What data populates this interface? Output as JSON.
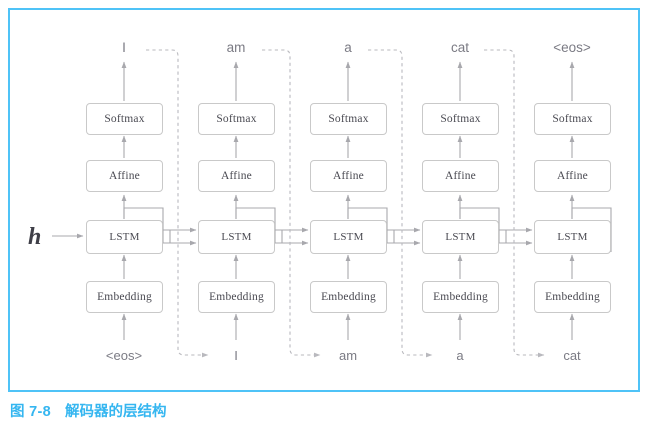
{
  "figure": {
    "caption_label": "图 7-8",
    "caption_text": "解码器的层结构",
    "frame_color": "#4FC3F7",
    "caption_color": "#35B6F0"
  },
  "initial_state": {
    "label": "h",
    "description": "hidden-state-input"
  },
  "layers": {
    "row_labels": [
      "Softmax",
      "Affine",
      "LSTM",
      "Embedding"
    ]
  },
  "columns": [
    {
      "index": 0,
      "output_word": "I",
      "input_word": "<eos>",
      "softmax": "Softmax",
      "affine": "Affine",
      "lstm": "LSTM",
      "embedding": "Embedding"
    },
    {
      "index": 1,
      "output_word": "am",
      "input_word": "I",
      "softmax": "Softmax",
      "affine": "Affine",
      "lstm": "LSTM",
      "embedding": "Embedding"
    },
    {
      "index": 2,
      "output_word": "a",
      "input_word": "am",
      "softmax": "Softmax",
      "affine": "Affine",
      "lstm": "LSTM",
      "embedding": "Embedding"
    },
    {
      "index": 3,
      "output_word": "cat",
      "input_word": "a",
      "softmax": "Softmax",
      "affine": "Affine",
      "lstm": "LSTM",
      "embedding": "Embedding"
    },
    {
      "index": 4,
      "output_word": "<eos>",
      "input_word": "cat",
      "softmax": "Softmax",
      "affine": "Affine",
      "lstm": "LSTM",
      "embedding": "Embedding"
    }
  ],
  "colors": {
    "box_border": "#c9c9c9",
    "box_text": "#4a4a52",
    "token_text": "#7b7b84",
    "wire": "#a8a8ad",
    "dashed_wire": "#b9b9be"
  }
}
